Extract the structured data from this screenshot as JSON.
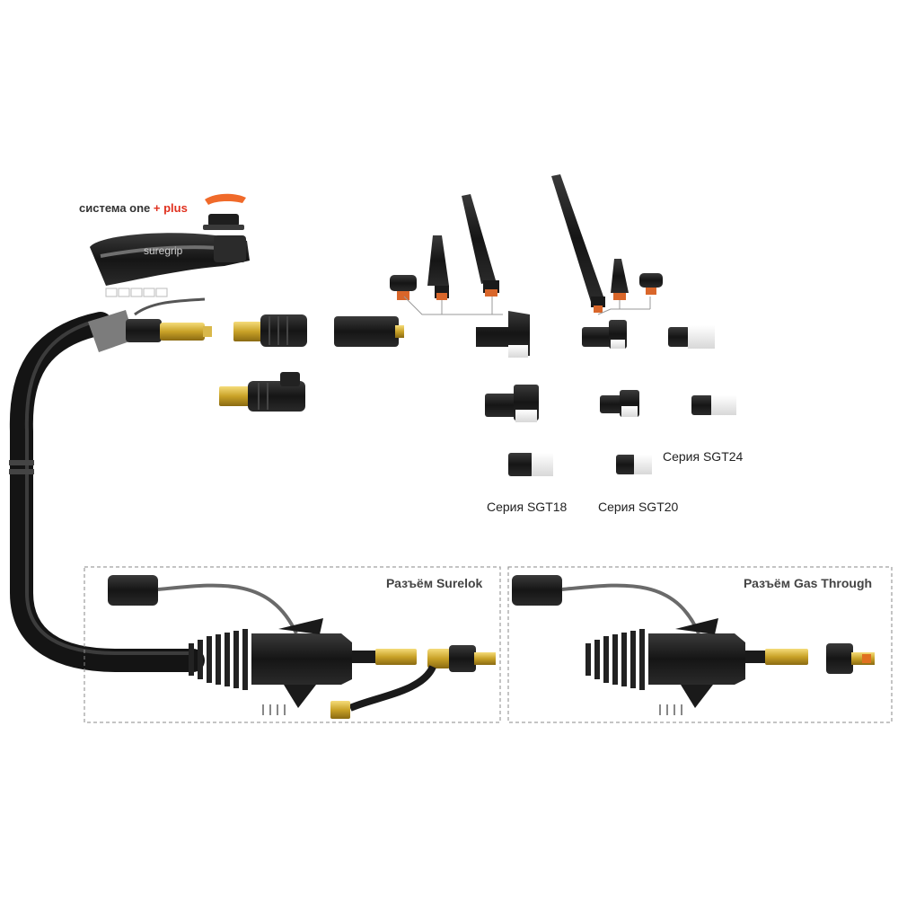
{
  "system_label": {
    "text": "система one",
    "plus": "+ plus"
  },
  "handle_brand": "suregrip",
  "series": {
    "sgt18": "Серия SGT18",
    "sgt20": "Серия SGT20",
    "sgt24": "Серия SGT24"
  },
  "connectors": {
    "surelok": "Разъём Surelok",
    "gas_through": "Разъём Gas Through"
  },
  "colors": {
    "plus_red": "#e0301e",
    "body_black": "#1e1e1e",
    "brass": "#c9a227",
    "ceramic": "#f2f2f2",
    "grey_band": "#8a8a8a"
  }
}
